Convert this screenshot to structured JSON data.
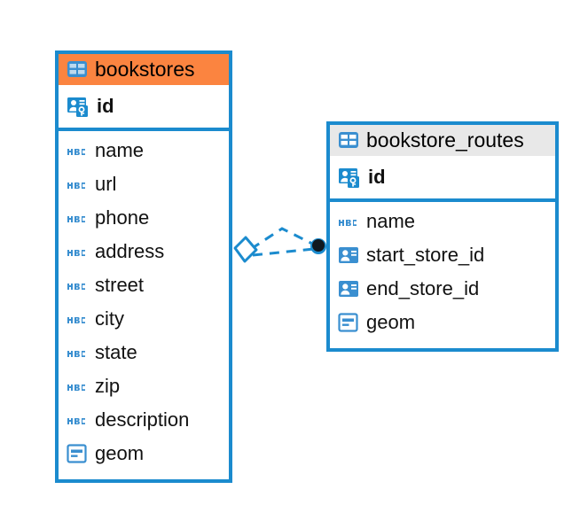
{
  "diagram": {
    "type": "entity-relationship-diagram",
    "background": "#ffffff",
    "accent_blue": "#1b8bce",
    "icon_blue": "#3a8fd0",
    "header_orange": "#fb8440",
    "header_grey": "#e8e8e8"
  },
  "tables": [
    {
      "name": "bookstores",
      "title": "bookstores",
      "header_color": "#fb8440",
      "table_icon": "table-icon",
      "primary_key": {
        "label": "id",
        "icon": "primary-key-icon"
      },
      "fields": [
        {
          "label": "name",
          "icon": "abc-text-icon"
        },
        {
          "label": "url",
          "icon": "abc-text-icon"
        },
        {
          "label": "phone",
          "icon": "abc-text-icon"
        },
        {
          "label": "address",
          "icon": "abc-text-icon"
        },
        {
          "label": "street",
          "icon": "abc-text-icon"
        },
        {
          "label": "city",
          "icon": "abc-text-icon"
        },
        {
          "label": "state",
          "icon": "abc-text-icon"
        },
        {
          "label": "zip",
          "icon": "abc-text-icon"
        },
        {
          "label": "description",
          "icon": "abc-text-icon"
        },
        {
          "label": "geom",
          "icon": "geometry-icon"
        }
      ]
    },
    {
      "name": "bookstore_routes",
      "title": "bookstore_routes",
      "header_color": "#e8e8e8",
      "table_icon": "table-icon",
      "primary_key": {
        "label": "id",
        "icon": "primary-key-icon"
      },
      "fields": [
        {
          "label": "name",
          "icon": "abc-text-icon"
        },
        {
          "label": "start_store_id",
          "icon": "foreign-key-icon"
        },
        {
          "label": "end_store_id",
          "icon": "foreign-key-icon"
        },
        {
          "label": "geom",
          "icon": "geometry-icon"
        }
      ]
    }
  ],
  "relationship": {
    "from_table": "bookstores",
    "to_table": "bookstore_routes",
    "line_style": "dashed",
    "line_color": "#1b8bce",
    "source_marker": "diamond-outline-marker",
    "target_marker": "filled-circle-marker"
  }
}
